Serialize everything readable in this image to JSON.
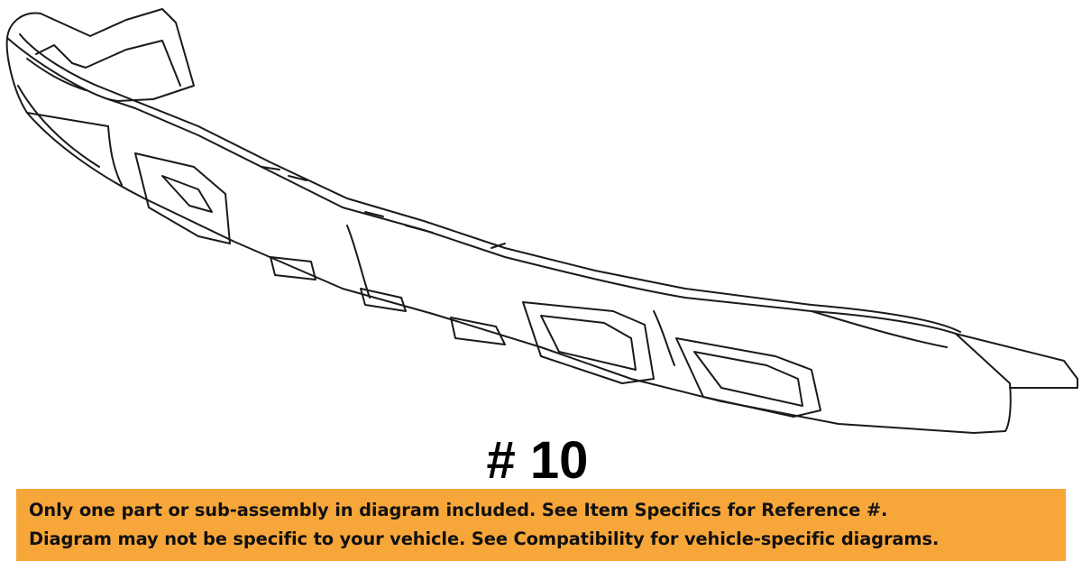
{
  "reference": {
    "label": "# 10"
  },
  "notice": {
    "line1": "Only one part or sub-assembly in diagram included. See Item Specifics for Reference #.",
    "line2": "Diagram may not be specific to your vehicle. See Compatibility for vehicle-specific diagrams.",
    "background_color": "#f7a63a"
  },
  "diagram": {
    "subject": "bumper-part-line-drawing"
  }
}
